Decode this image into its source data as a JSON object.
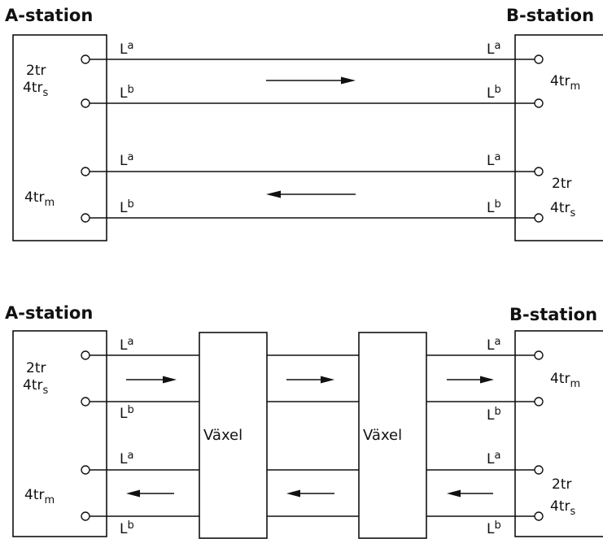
{
  "top_diagram": {
    "station_a_title": "A-station",
    "station_b_title": "B-station",
    "a_upper_line1": "2tr",
    "a_upper_line2_main": "4tr",
    "a_upper_line2_sub": "s",
    "a_lower_main": "4tr",
    "a_lower_sub": "m",
    "b_upper_main": "4tr",
    "b_upper_sub": "m",
    "b_lower_line1": "2tr",
    "b_lower_line2_main": "4tr",
    "b_lower_line2_sub": "s",
    "wire_a": "L",
    "wire_a_sup": "a",
    "wire_b": "L",
    "wire_b_sup": "b"
  },
  "bottom_diagram": {
    "station_a_title": "A-station",
    "station_b_title": "B-station",
    "exchange_label_1": "Växel",
    "exchange_label_2": "Växel",
    "a_upper_line1": "2tr",
    "a_upper_line2_main": "4tr",
    "a_upper_line2_sub": "s",
    "a_lower_main": "4tr",
    "a_lower_sub": "m",
    "b_upper_main": "4tr",
    "b_upper_sub": "m",
    "b_lower_line1": "2tr",
    "b_lower_line2_main": "4tr",
    "b_lower_line2_sub": "s",
    "wire_a": "L",
    "wire_a_sup": "a",
    "wire_b": "L",
    "wire_b_sup": "b"
  }
}
